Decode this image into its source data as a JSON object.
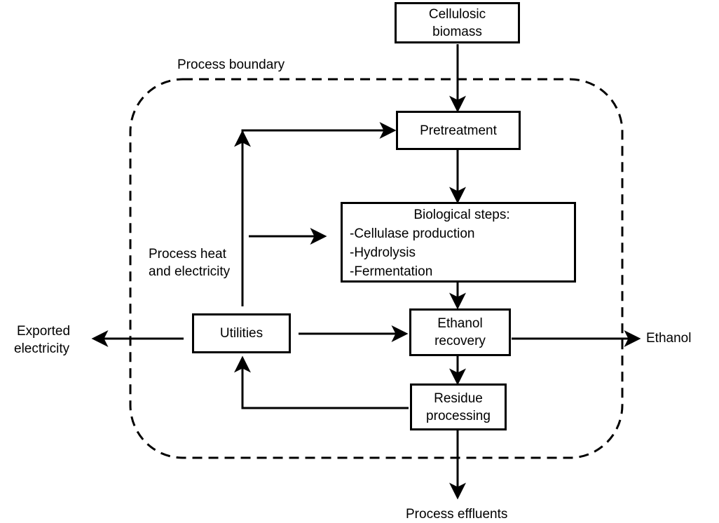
{
  "diagram": {
    "nodes": {
      "biomass": [
        "Cellulosic",
        "biomass"
      ],
      "pretreatment": [
        "Pretreatment"
      ],
      "biological": {
        "heading": "Biological steps:",
        "items": [
          "-Cellulase production",
          "-Hydrolysis",
          "-Fermentation"
        ]
      },
      "ethanol_recovery": [
        "Ethanol",
        "recovery"
      ],
      "residue": [
        "Residue",
        "processing"
      ],
      "utilities": [
        "Utilities"
      ]
    },
    "labels": {
      "process_boundary": "Process boundary",
      "process_heat": [
        "Process heat",
        "and electricity"
      ],
      "exported_electricity": [
        "Exported",
        "electricity"
      ],
      "ethanol": "Ethanol",
      "effluents": "Process effluents"
    }
  }
}
